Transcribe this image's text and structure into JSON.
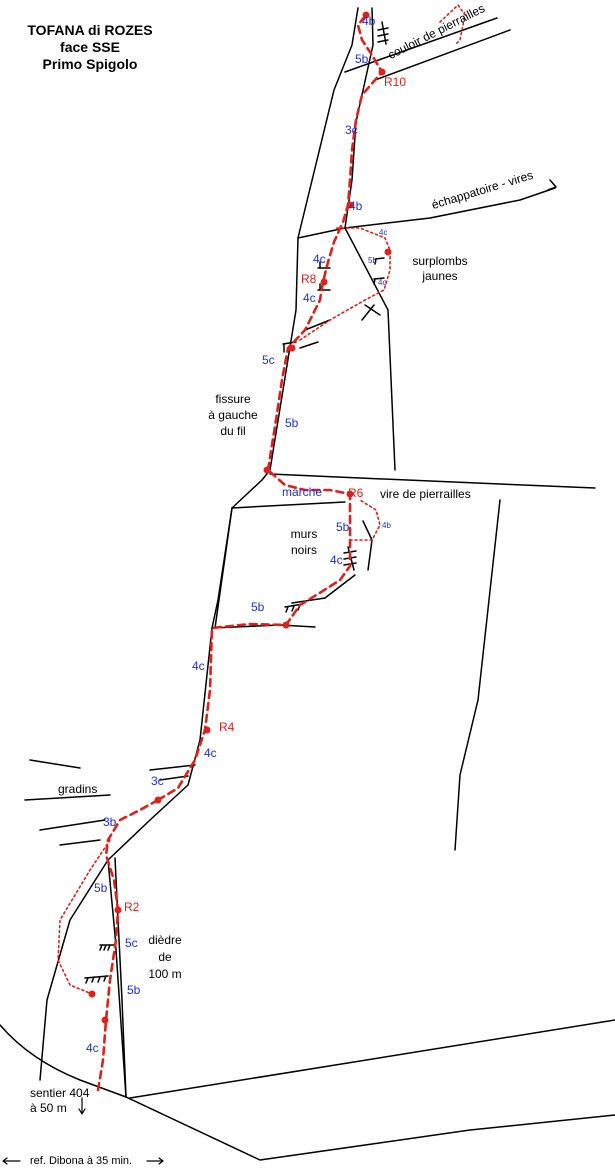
{
  "title": {
    "line1": "TOFANA di ROZES",
    "line2": "face SSE",
    "line3": "Primo Spigolo"
  },
  "labels": {
    "couloir": "couloir de pierrailles",
    "echappatoire": "échappatoire - vires",
    "surplombs_1": "surplombs",
    "surplombs_2": "jaunes",
    "fissure_1": "fissure",
    "fissure_2": "à gauche",
    "fissure_3": "du fil",
    "marche": "marche",
    "vire": "vire de pierrailles",
    "murs_1": "murs",
    "murs_2": "noirs",
    "gradins": "gradins",
    "diedre_1": "dièdre",
    "diedre_2": "de",
    "diedre_3": "100 m",
    "sentier_1": "sentier 404",
    "sentier_2": "à 50 m",
    "ref": "ref. Dibona à 35 min."
  },
  "grades": [
    {
      "id": "g-top-4b",
      "text": "4b"
    },
    {
      "id": "g-top-5b",
      "text": "5b"
    },
    {
      "id": "g-3c-upper",
      "text": "3c"
    },
    {
      "id": "g-4b-upper",
      "text": "4b"
    },
    {
      "id": "g-4c-r8-above",
      "text": "4c"
    },
    {
      "id": "g-4c-r8-below",
      "text": "4c"
    },
    {
      "id": "g-5c-upper",
      "text": "5c"
    },
    {
      "id": "g-5b-fissure",
      "text": "5b"
    },
    {
      "id": "g-5b-murs",
      "text": "5b"
    },
    {
      "id": "g-4c-murs",
      "text": "4c"
    },
    {
      "id": "g-5b-traverse",
      "text": "5b"
    },
    {
      "id": "g-4c-ridge",
      "text": "4c"
    },
    {
      "id": "g-4c-r4",
      "text": "4c"
    },
    {
      "id": "g-3c-gradins",
      "text": "3c"
    },
    {
      "id": "g-3b",
      "text": "3b"
    },
    {
      "id": "g-5b-lower",
      "text": "5b"
    },
    {
      "id": "g-5c-diedre",
      "text": "5c"
    },
    {
      "id": "g-5b-diedre",
      "text": "5b"
    },
    {
      "id": "g-4c-base",
      "text": "4c"
    },
    {
      "id": "g-sm-4c-a",
      "text": "4c"
    },
    {
      "id": "g-sm-5b",
      "text": "5b"
    },
    {
      "id": "g-sm-4c-b",
      "text": "4c"
    },
    {
      "id": "g-sm-4b",
      "text": "4b"
    }
  ],
  "belays": [
    {
      "id": "r10",
      "text": "R10"
    },
    {
      "id": "r8",
      "text": "R8"
    },
    {
      "id": "r6",
      "text": "R6"
    },
    {
      "id": "r4",
      "text": "R4"
    },
    {
      "id": "r2",
      "text": "R2"
    }
  ],
  "colors": {
    "route": "#e0201a",
    "grade": "#1f2fd6",
    "rock": "#000000"
  },
  "icons": {
    "arrow_down": "arrow-down-icon",
    "arrow_left": "arrow-left-icon",
    "arrow_right": "arrow-right-icon",
    "arrow_escape": "arrow-right-icon"
  }
}
